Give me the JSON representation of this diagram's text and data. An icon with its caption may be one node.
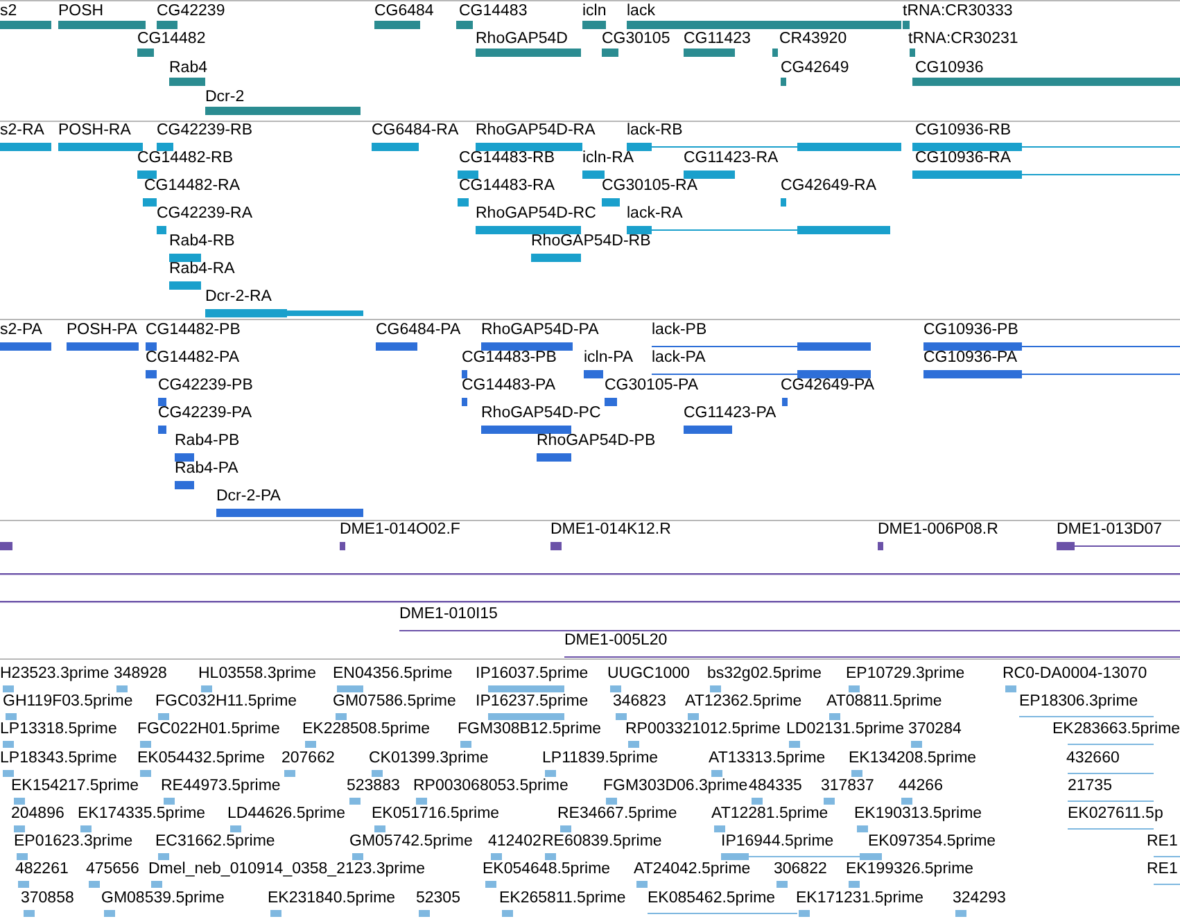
{
  "diagram": {
    "labels": [
      "s2",
      "POSH",
      "CG42239",
      "CG6484",
      "CG14483",
      "icln",
      "lack",
      "tRNA:CR30333",
      "CG14482",
      "RhoGAP54D",
      "CG30105",
      "CG11423",
      "CR43920",
      "tRNA:CR30231",
      "Rab4",
      "CG42649",
      "CG10936",
      "Dcr-2",
      "s2-RA",
      "POSH-RA",
      "CG42239-RB",
      "CG6484-RA",
      "RhoGAP54D-RA",
      "lack-RB",
      "CG10936-RB",
      "CG14482-RB",
      "CG14483-RB",
      "icln-RA",
      "CG11423-RA",
      "CG10936-RA",
      "CG14482-RA",
      "CG14483-RA",
      "CG30105-RA",
      "CG42649-RA",
      "CG42239-RA",
      "RhoGAP54D-RC",
      "lack-RA",
      "Rab4-RB",
      "RhoGAP54D-RB",
      "Rab4-RA",
      "Dcr-2-RA",
      "s2-PA",
      "POSH-PA",
      "CG14482-PB",
      "CG6484-PA",
      "RhoGAP54D-PA",
      "lack-PB",
      "CG10936-PB",
      "CG14482-PA",
      "CG14483-PB",
      "icln-PA",
      "lack-PA",
      "CG10936-PA",
      "CG42239-PB",
      "CG14483-PA",
      "CG30105-PA",
      "CG42649-PA",
      "CG42239-PA",
      "RhoGAP54D-PC",
      "CG11423-PA",
      "Rab4-PB",
      "RhoGAP54D-PB",
      "Rab4-PA",
      "Dcr-2-PA",
      "DME1-014O02.F",
      "DME1-014K12.R",
      "DME1-006P08.R",
      "DME1-013D07",
      "DME1-010I15",
      "DME1-005L20",
      "H23523.3prime",
      "348928",
      "HL03558.3prime",
      "EN04356.5prime",
      "IP16037.5prime",
      "UUGC1000",
      "bs32g02.5prime",
      "EP10729.3prime",
      "RC0-DA0004-13070",
      "GH119F03.5prime",
      "FGC032H11.5prime",
      "GM07586.5prime",
      "IP16237.5prime",
      "346823",
      "AT12362.5prime",
      "AT08811.5prime",
      "EP18306.3prime",
      "LP13318.5prime",
      "FGC022H01.5prime",
      "EK228508.5prime",
      "FGM308B12.5prime",
      "RP003321012.5prime",
      "LD02131.5prime",
      "370284",
      "EK283663.5prime",
      "LP18343.5prime",
      "EK054432.5prime",
      "207662",
      "CK01399.3prime",
      "LP11839.5prime",
      "AT13313.5prime",
      "EK134208.5prime",
      "432660",
      "EK154217.5prime",
      "RE44973.5prime",
      "523883",
      "RP003068053.5prime",
      "FGM303D06.3prime",
      "484335",
      "317837",
      "44266",
      "21735",
      "204896",
      "EK174335.5prime",
      "LD44626.5prime",
      "EK051716.5prime",
      "RE34667.5prime",
      "AT12281.5prime",
      "EK190313.5prime",
      "EK027611.5p",
      "EP01623.3prime",
      "EC31662.5prime",
      "GM05742.5prime",
      "412402",
      "RE60839.5prime",
      "IP16944.5prime",
      "EK097354.5prime",
      "RE1",
      "482261",
      "475656",
      "Dmel_neb_010914_0358_2123.3prime",
      "EK054648.5prime",
      "AT24042.5prime",
      "306822",
      "EK199326.5prime",
      "RE1",
      "370858",
      "GM08539.5prime",
      "EK231840.5prime",
      "52305",
      "EK265811.5prime",
      "EK085462.5prime",
      "EK171231.5prime",
      "324293"
    ]
  }
}
